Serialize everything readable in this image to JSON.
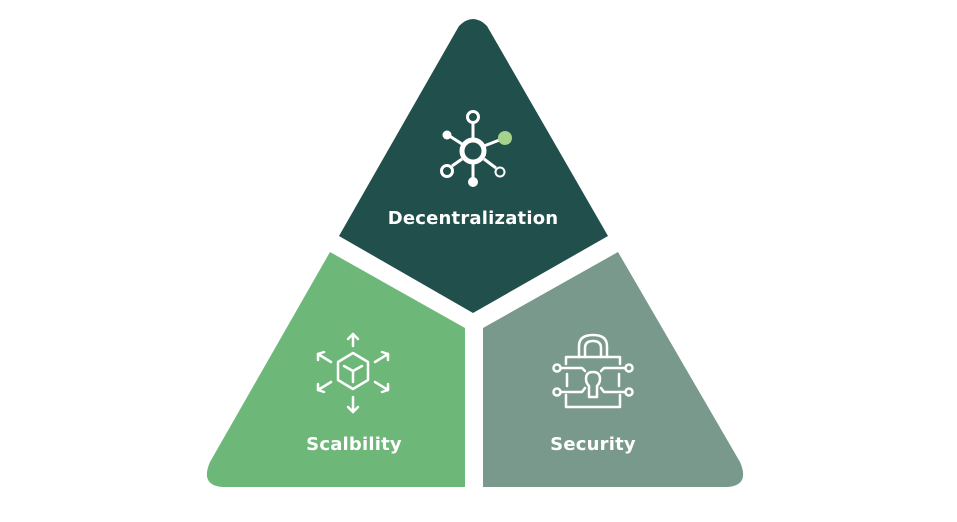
{
  "diagram": {
    "type": "triangle-three-segment",
    "segments": [
      {
        "id": "top",
        "label": "Decentralization",
        "icon": "network-nodes-icon",
        "color": "#214f4b",
        "accent": "#a6d28c"
      },
      {
        "id": "left",
        "label": "Scalbility",
        "icon": "cube-expand-icon",
        "color": "#6db778"
      },
      {
        "id": "right",
        "label": "Security",
        "icon": "digital-lock-icon",
        "color": "#78998b"
      }
    ]
  }
}
